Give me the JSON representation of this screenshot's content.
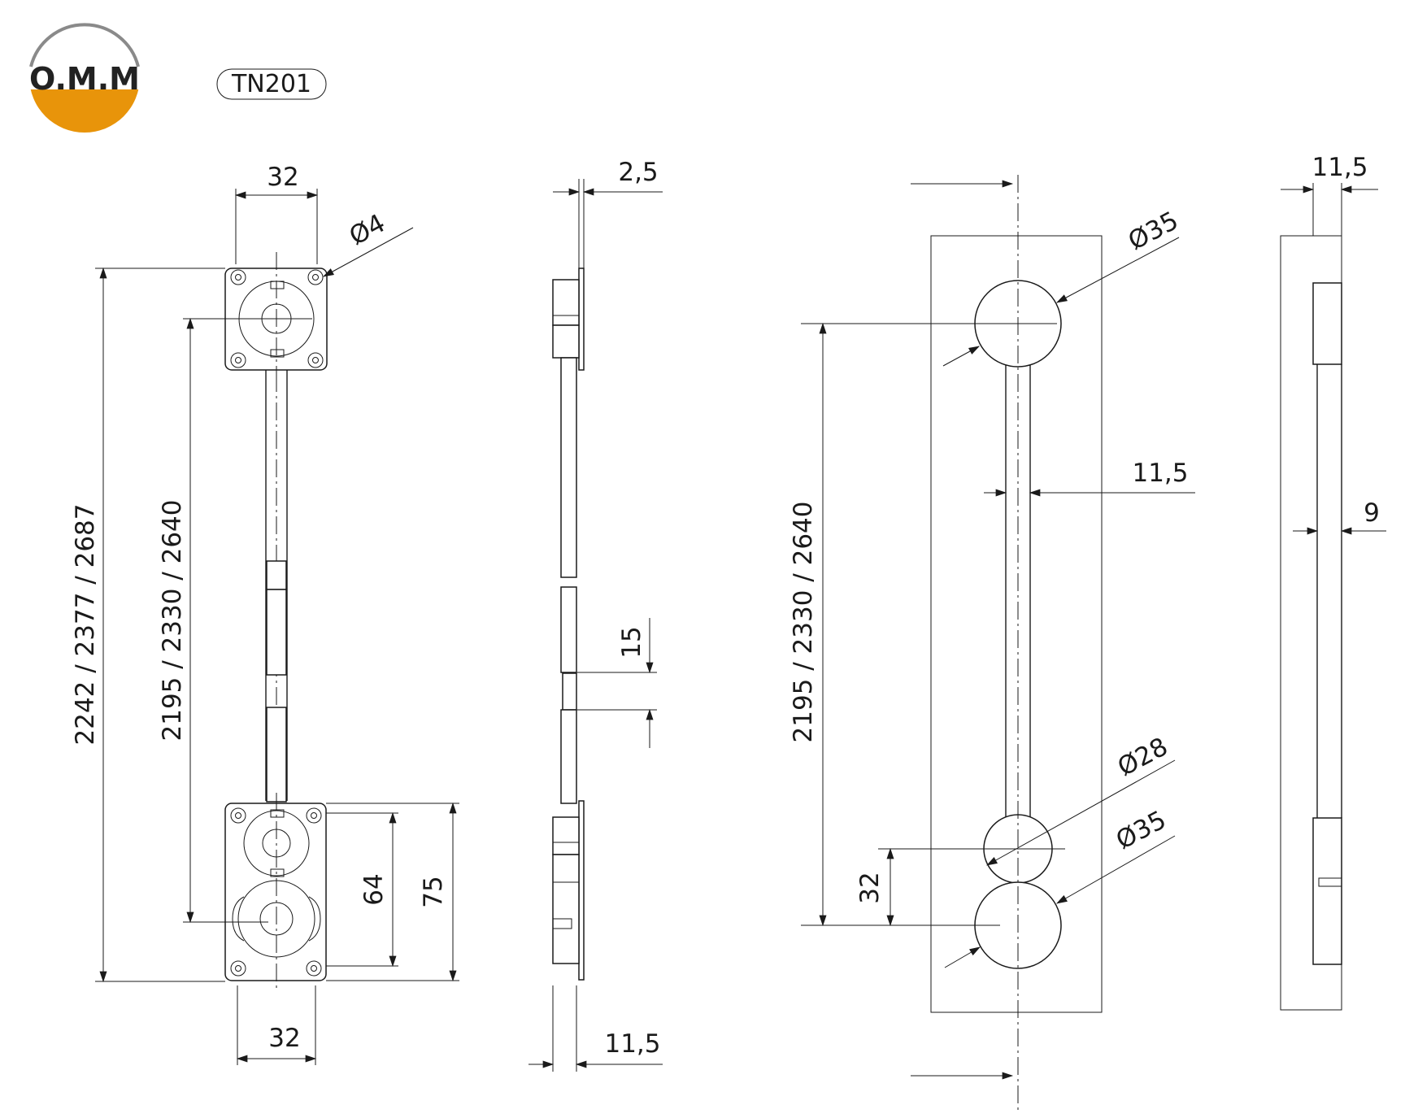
{
  "logo": {
    "text": "O.M.M",
    "colors": {
      "top": "#ffffff",
      "band": "#e8940a",
      "ring": "#8a8a8a"
    }
  },
  "model_code": "TN201",
  "front_view": {
    "top_width": "32",
    "hole_diameter": "Ø4",
    "overall_length": "2242 / 2377 / 2687",
    "center_distance": "2195 / 2330 / 2640",
    "dim_64": "64",
    "dim_75": "75",
    "bottom_width": "32"
  },
  "side_view": {
    "plate_thickness": "2,5",
    "gap": "15",
    "depth": "11,5"
  },
  "drill_template": {
    "top_hole": "Ø35",
    "slot_width": "11,5",
    "center_distance": "2195 / 2330 / 2640",
    "small_hole": "Ø28",
    "bottom_hole": "Ø35",
    "offset": "32"
  },
  "groove_section": {
    "width": "11,5",
    "rod_width": "9"
  }
}
